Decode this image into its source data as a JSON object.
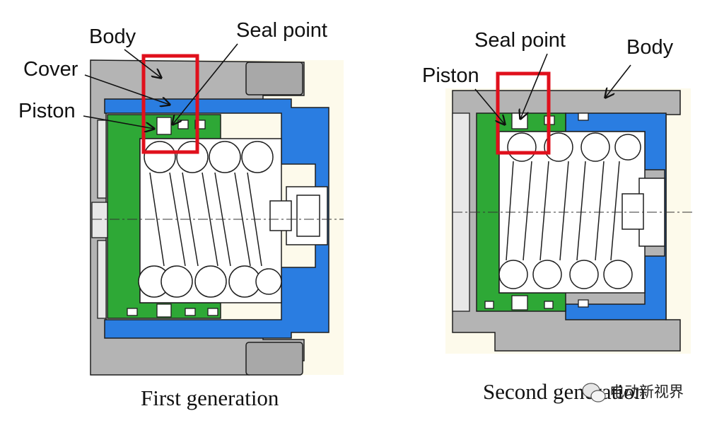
{
  "colors": {
    "body": "#b4b4b4",
    "body_dark": "#8e8e8e",
    "cover": "#2a7de1",
    "piston": "#2ea836",
    "highlight": "#e0101c",
    "outline": "#1e1e1e",
    "paper": "#fdfaeb"
  },
  "first": {
    "labels": {
      "body": "Body",
      "cover": "Cover",
      "piston": "Piston",
      "seal_point": "Seal point"
    },
    "caption": "First generation"
  },
  "second": {
    "labels": {
      "piston": "Piston",
      "seal_point": "Seal point",
      "body": "Body"
    },
    "caption": "Second generation"
  },
  "watermark": {
    "icon": "wechat-icon",
    "text": "电动新视界"
  }
}
